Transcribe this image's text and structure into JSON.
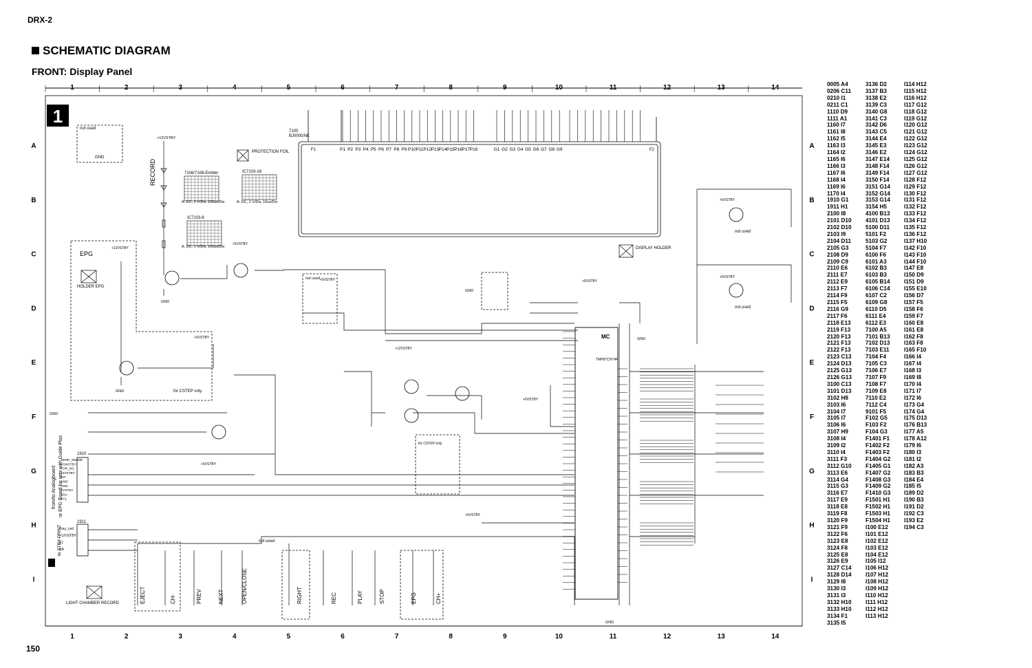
{
  "header": {
    "model": "DRX-2",
    "title": "SCHEMATIC DIAGRAM",
    "subtitle": "FRONT: Display Panel",
    "page_number": "150"
  },
  "grid": {
    "columns": [
      "1",
      "2",
      "3",
      "4",
      "5",
      "6",
      "7",
      "8",
      "9",
      "10",
      "11",
      "12",
      "13",
      "14"
    ],
    "rows": [
      "A",
      "B",
      "C",
      "D",
      "E",
      "F",
      "G",
      "H",
      "I"
    ],
    "block_number": "1"
  },
  "display": {
    "ref": "7100",
    "part": "BJ000GNK",
    "pin_left": "F1",
    "pin_right": "F2",
    "p_pins": [
      "P1",
      "P2",
      "P3",
      "P4",
      "P5",
      "P6",
      "P7",
      "P8",
      "P9",
      "P10",
      "P11",
      "P12",
      "P13",
      "P14",
      "P15",
      "P16",
      "P17",
      "P18"
    ],
    "g_pins": [
      "G1",
      "G2",
      "G3",
      "G4",
      "G5",
      "G6",
      "G7",
      "G8",
      "G9"
    ]
  },
  "labels": {
    "not_used": "not used",
    "record": "RECORD",
    "epg": "EPG",
    "holder_epg": "HOLDER EPG",
    "protection_foil": "PROTECTION FOIL",
    "display_holder": "DISPLAY HOLDER",
    "light_chamber": "LIGHT CHAMBER RECORD",
    "for_cstep": "for CSTEP only",
    "to_standby": "to STBY-PRINT",
    "from_analog": "from/to Analogboard",
    "or_epg": "or EPG Board for sets with Guide Plus",
    "mc": "MC",
    "mc_part": "TMP87CH74F",
    "gnd": "GND",
    "vstby": "+5VSTBY",
    "v12stby": "+12VSTBY"
  },
  "scope": {
    "ic7103_19": "IC7103-19",
    "ic7103_8": "IC7103-8",
    "emitter": "7106/7108-Emitter",
    "setting_a": "A: DC, 2 V/Div, 100us/Div",
    "setting_b": "A: DC, 2 V/Div, 10us/Div",
    "setting_c": "A: DC, 1 V/Div, 100us/Div"
  },
  "keys": [
    "EJECT",
    "CH-",
    "PREV",
    "NEXT",
    "OPEN/CLOSE",
    "RIGHT",
    "REC",
    "PLAY",
    "STOP",
    "EPG",
    "CH+"
  ],
  "connectors": {
    "c1910": {
      "ref": "1910",
      "pins": [
        "TEMP_SENSE",
        "VGNSTBY",
        "FOR_DG",
        "12VSTBY",
        "INT",
        "GND",
        "GND",
        "5VSTBY",
        "SDA",
        "SCL"
      ]
    },
    "c1911": {
      "ref": "1911",
      "pins": [
        "Tray_Led",
        "+12VSTBY",
        "K1",
        "DA"
      ]
    }
  },
  "index": {
    "col1": [
      "0005 A4",
      "0206 C11",
      "0210 I1",
      "0211 C1",
      "1110 D9",
      "1111 A1",
      "1160 I7",
      "1161 I8",
      "1162 I5",
      "1163 I3",
      "1164 I2",
      "1165 I6",
      "1166 I3",
      "1167 I6",
      "1168 I4",
      "1169 I6",
      "1170 I4",
      "1910 G1",
      "1911 H1",
      "2100 I8",
      "2101 D10",
      "2102 D10",
      "2103 I9",
      "2104 D11",
      "2105 G3",
      "2108 D9",
      "2109 C9",
      "2110 E6",
      "2111 E7",
      "2112 E9",
      "2113 F7",
      "2114 F9",
      "2115 F5",
      "2116 G9",
      "2117 F6",
      "2118 E13",
      "2119 F13",
      "2120 F13",
      "2121 F13",
      "2122 F13",
      "2123 C13",
      "2124 D13",
      "2125 G13",
      "2126 G13",
      "3100 C13",
      "3101 D13",
      "3102 H8",
      "3103 I6",
      "3104 I7",
      "3105 I7",
      "3106 I6",
      "3107 H9",
      "3108 I4",
      "3109 I2",
      "3110 I4",
      "3111 F3",
      "3112 G10",
      "3113 E6",
      "3114 G4",
      "3115 G3",
      "3116 E7",
      "3117 E9",
      "3118 E8",
      "3119 F8",
      "3120 F9",
      "3121 F9",
      "3122 F6",
      "3123 E8",
      "3124 F8",
      "3125 E8",
      "3126 E9",
      "3127 C14",
      "3128 D14",
      "3129 I8",
      "3130 I3",
      "3131 I3",
      "3132 H10",
      "3133 H10",
      "3134 F1",
      "3135 I5"
    ],
    "col2": [
      "3136 D2",
      "3137 B3",
      "3138 E2",
      "3139 C3",
      "3140 G8",
      "3141 C3",
      "3142 D6",
      "3143 C5",
      "3144 E4",
      "3145 E3",
      "3146 E2",
      "3147 E14",
      "3148 F14",
      "3149 F14",
      "3150 F14",
      "3151 G14",
      "3152 G14",
      "3153 G14",
      "3154 H5",
      "4100 B13",
      "4101 D13",
      "5100 D11",
      "5101 F2",
      "5103 G2",
      "5104 F7",
      "6100 F6",
      "6101 A3",
      "6102 B3",
      "6103 B3",
      "6105 B14",
      "6106 C14",
      "6107 C2",
      "6109 G8",
      "6110 D5",
      "6111 E4",
      "6112 E3",
      "7100 A5",
      "7101 B13",
      "7102 D13",
      "7103 E11",
      "7104 F4",
      "7105 C3",
      "7106 E7",
      "7107 F9",
      "7108 F7",
      "7109 E8",
      "7110 E2",
      "7112 C4",
      "9101 F5",
      "F102 G5",
      "F103 F2",
      "F104 G3",
      "F1401 F1",
      "F1402 F2",
      "F1403 F2",
      "F1404 G2",
      "F1405 G1",
      "F1407 G2",
      "F1408 G3",
      "F1409 G2",
      "F1410 G3",
      "F1501 H1",
      "F1502 H1",
      "F1503 H1",
      "F1504 H1",
      "I100 E12",
      "I101 E12",
      "I102 E12",
      "I103 E12",
      "I104 E12",
      "I105 I12",
      "I106 H12",
      "I107 H12",
      "I108 H12",
      "I109 H12",
      "I110 H12",
      "I111 H12",
      "I112 H12",
      "I113 H12"
    ],
    "col3": [
      "I114 H12",
      "I115 H12",
      "I116 H12",
      "I117 G12",
      "I118 G12",
      "I119 G12",
      "I120 G12",
      "I121 G12",
      "I122 G12",
      "I123 G12",
      "I124 G12",
      "I125 G12",
      "I126 G12",
      "I127 G12",
      "I128 F12",
      "I129 F12",
      "I130 F12",
      "I131 F12",
      "I132 F12",
      "I133 F12",
      "I134 F12",
      "I135 F12",
      "I136 F12",
      "I137 H10",
      "I142 F10",
      "I143 F10",
      "I144 F10",
      "I147 E8",
      "I150 D9",
      "I151 D9",
      "I155 E10",
      "I156 D7",
      "I157 F5",
      "I158 F6",
      "I159 F7",
      "I160 E8",
      "I161 E8",
      "I162 F8",
      "I163 F8",
      "I165 F10",
      "I166 I4",
      "I167 I4",
      "I168 I3",
      "I169 I8",
      "I170 I4",
      "I171 I7",
      "I172 I6",
      "I173 G4",
      "I174 G4",
      "I175 D13",
      "I176 B13",
      "I177 A5",
      "I178 A12",
      "I179 I6",
      "I180 I3",
      "I181 I2",
      "I182 A3",
      "I183 B3",
      "I184 E4",
      "I185 I5",
      "I189 D2",
      "I190 B3",
      "I191 D2",
      "I192 C3",
      "I193 E2",
      "I194 C3"
    ]
  }
}
